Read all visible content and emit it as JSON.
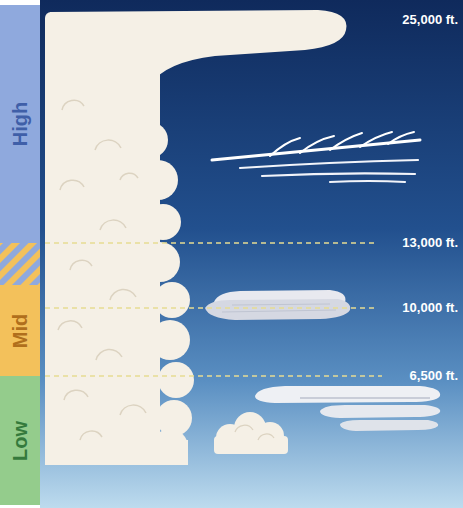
{
  "diagram": {
    "nodes": [
      {
        "text": [
          "High"
        ]
      },
      {
        "text": [
          "Mid"
        ]
      },
      {
        "text": [
          "Low"
        ]
      }
    ],
    "labels": [
      "25,000 ft.",
      "13,000 ft.",
      "10,000 ft.",
      "6,500 ft."
    ]
  }
}
